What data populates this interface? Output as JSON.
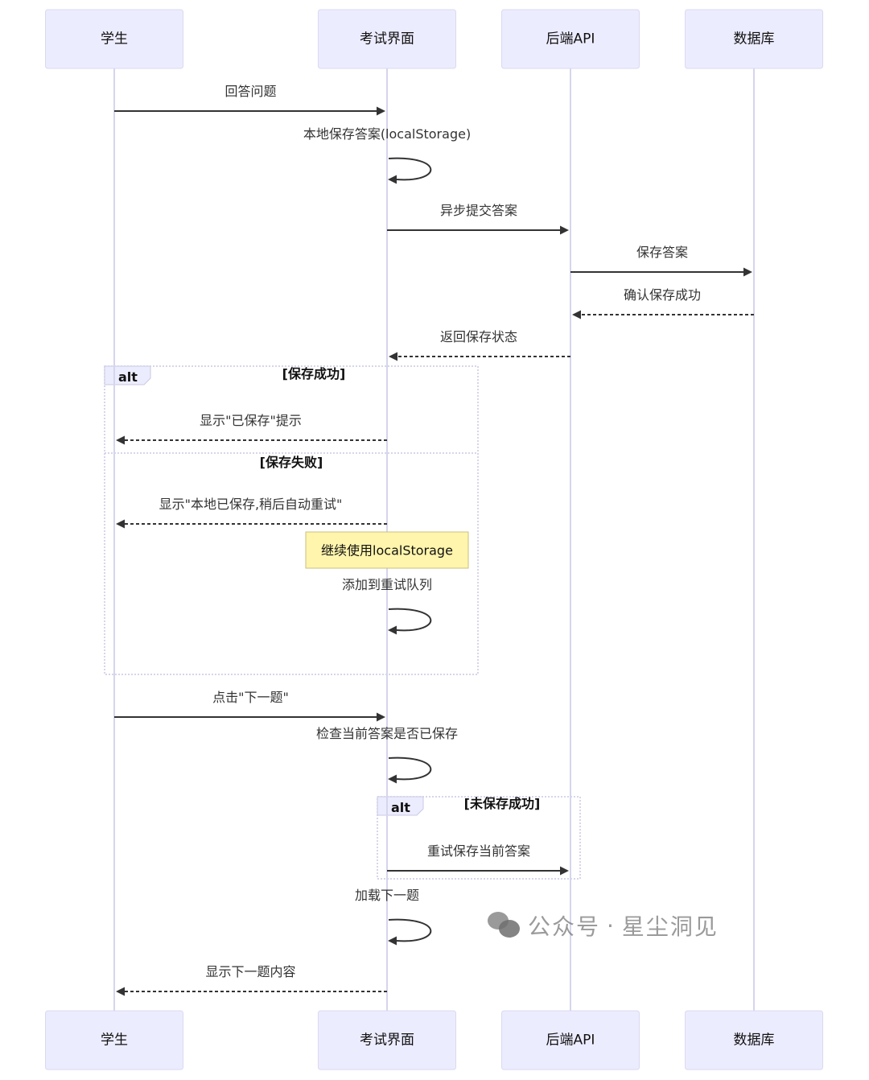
{
  "diagram": {
    "type": "sequence",
    "participants": [
      {
        "id": "student",
        "label": "学生"
      },
      {
        "id": "exam_ui",
        "label": "考试界面"
      },
      {
        "id": "backend",
        "label": "后端API"
      },
      {
        "id": "db",
        "label": "数据库"
      }
    ],
    "steps": [
      {
        "kind": "message",
        "from": "student",
        "to": "exam_ui",
        "label": "回答问题",
        "style": "solid"
      },
      {
        "kind": "self",
        "on": "exam_ui",
        "label": "本地保存答案(localStorage)"
      },
      {
        "kind": "message",
        "from": "exam_ui",
        "to": "backend",
        "label": "异步提交答案",
        "style": "solid"
      },
      {
        "kind": "message",
        "from": "backend",
        "to": "db",
        "label": "保存答案",
        "style": "solid"
      },
      {
        "kind": "message",
        "from": "db",
        "to": "backend",
        "label": "确认保存成功",
        "style": "dashed"
      },
      {
        "kind": "message",
        "from": "backend",
        "to": "exam_ui",
        "label": "返回保存状态",
        "style": "dashed"
      },
      {
        "kind": "message",
        "from": "exam_ui",
        "to": "student",
        "label": "显示\"已保存\"提示",
        "style": "dashed"
      },
      {
        "kind": "message",
        "from": "exam_ui",
        "to": "student",
        "label": "显示\"本地已保存,稍后自动重试\"",
        "style": "dashed"
      },
      {
        "kind": "note",
        "over": "exam_ui",
        "label": "继续使用localStorage"
      },
      {
        "kind": "self",
        "on": "exam_ui",
        "label": "添加到重试队列"
      },
      {
        "kind": "message",
        "from": "student",
        "to": "exam_ui",
        "label": "点击\"下一题\"",
        "style": "solid"
      },
      {
        "kind": "self",
        "on": "exam_ui",
        "label": "检查当前答案是否已保存"
      },
      {
        "kind": "message",
        "from": "exam_ui",
        "to": "backend",
        "label": "重试保存当前答案",
        "style": "solid"
      },
      {
        "kind": "self",
        "on": "exam_ui",
        "label": "加载下一题"
      },
      {
        "kind": "message",
        "from": "exam_ui",
        "to": "student",
        "label": "显示下一题内容",
        "style": "dashed"
      }
    ],
    "frames": [
      {
        "keyword": "alt",
        "sections": [
          "[保存成功]",
          "[保存失败]"
        ]
      },
      {
        "keyword": "alt",
        "sections": [
          "[未保存成功]"
        ]
      }
    ]
  },
  "watermark": {
    "prefix": "公众号",
    "separator": "·",
    "name": "星尘洞见",
    "icon": "wechat-icon"
  },
  "colors": {
    "actor_fill": "#ececff",
    "note_fill": "#fff5ad",
    "line": "#333333",
    "lifeline": "#d5d5ec"
  }
}
